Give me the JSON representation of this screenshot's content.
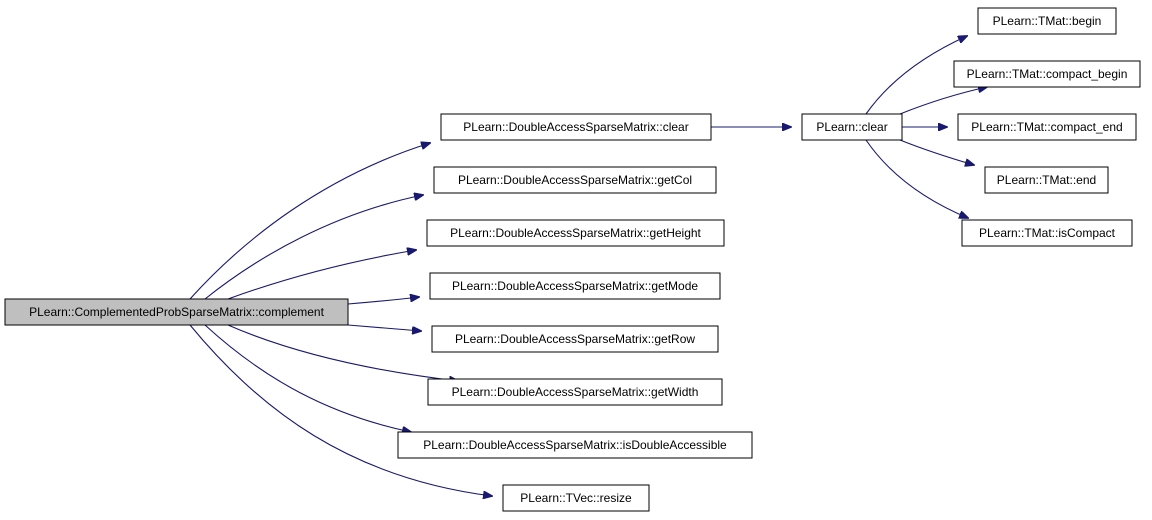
{
  "colors": {
    "edge": "#191970",
    "root_fill": "#bfbfbf",
    "node_fill": "#ffffff",
    "border": "#000000"
  },
  "graph": {
    "root": "PLearn::ComplementedProbSparseMatrix::complement",
    "nodes": [
      {
        "id": "n0",
        "label": "PLearn::ComplementedProbSparseMatrix::complement",
        "interactable": true
      },
      {
        "id": "n1",
        "label": "PLearn::DoubleAccessSparseMatrix::clear",
        "interactable": true
      },
      {
        "id": "n2",
        "label": "PLearn::DoubleAccessSparseMatrix::getCol",
        "interactable": true
      },
      {
        "id": "n3",
        "label": "PLearn::DoubleAccessSparseMatrix::getHeight",
        "interactable": true
      },
      {
        "id": "n4",
        "label": "PLearn::DoubleAccessSparseMatrix::getMode",
        "interactable": true
      },
      {
        "id": "n5",
        "label": "PLearn::DoubleAccessSparseMatrix::getRow",
        "interactable": true
      },
      {
        "id": "n6",
        "label": "PLearn::DoubleAccessSparseMatrix::getWidth",
        "interactable": true
      },
      {
        "id": "n7",
        "label": "PLearn::DoubleAccessSparseMatrix::isDoubleAccessible",
        "interactable": true
      },
      {
        "id": "n8",
        "label": "PLearn::TVec::resize",
        "interactable": true
      },
      {
        "id": "n9",
        "label": "PLearn::clear",
        "interactable": true
      },
      {
        "id": "n10",
        "label": "PLearn::TMat::begin",
        "interactable": true
      },
      {
        "id": "n11",
        "label": "PLearn::TMat::compact_begin",
        "interactable": true
      },
      {
        "id": "n12",
        "label": "PLearn::TMat::compact_end",
        "interactable": true
      },
      {
        "id": "n13",
        "label": "PLearn::TMat::end",
        "interactable": true
      },
      {
        "id": "n14",
        "label": "PLearn::TMat::isCompact",
        "interactable": true
      }
    ],
    "edges": [
      {
        "from": "n0",
        "to": "n1"
      },
      {
        "from": "n0",
        "to": "n2"
      },
      {
        "from": "n0",
        "to": "n3"
      },
      {
        "from": "n0",
        "to": "n4"
      },
      {
        "from": "n0",
        "to": "n5"
      },
      {
        "from": "n0",
        "to": "n6"
      },
      {
        "from": "n0",
        "to": "n7"
      },
      {
        "from": "n0",
        "to": "n8"
      },
      {
        "from": "n1",
        "to": "n9"
      },
      {
        "from": "n9",
        "to": "n10"
      },
      {
        "from": "n9",
        "to": "n11"
      },
      {
        "from": "n9",
        "to": "n12"
      },
      {
        "from": "n9",
        "to": "n13"
      },
      {
        "from": "n9",
        "to": "n14"
      }
    ]
  }
}
